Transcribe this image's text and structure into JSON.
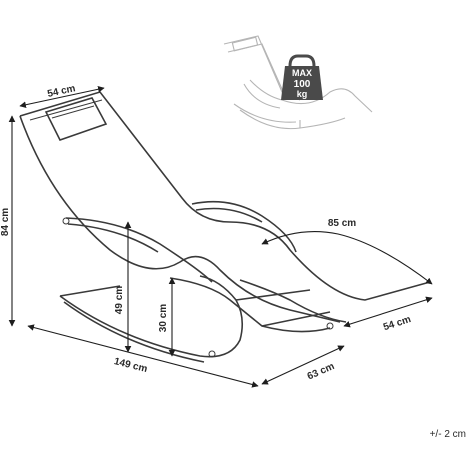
{
  "dimensions": {
    "width_top": "54 cm",
    "height_total": "84 cm",
    "length_total": "149 cm",
    "depth_base": "63 cm",
    "width_base": "54 cm",
    "curve_length": "85 cm",
    "handle_height": "49 cm",
    "seat_height": "30 cm"
  },
  "weight_badge": {
    "line1": "MAX",
    "line2": "100",
    "line3": "kg"
  },
  "tolerance": "+/- 2 cm"
}
